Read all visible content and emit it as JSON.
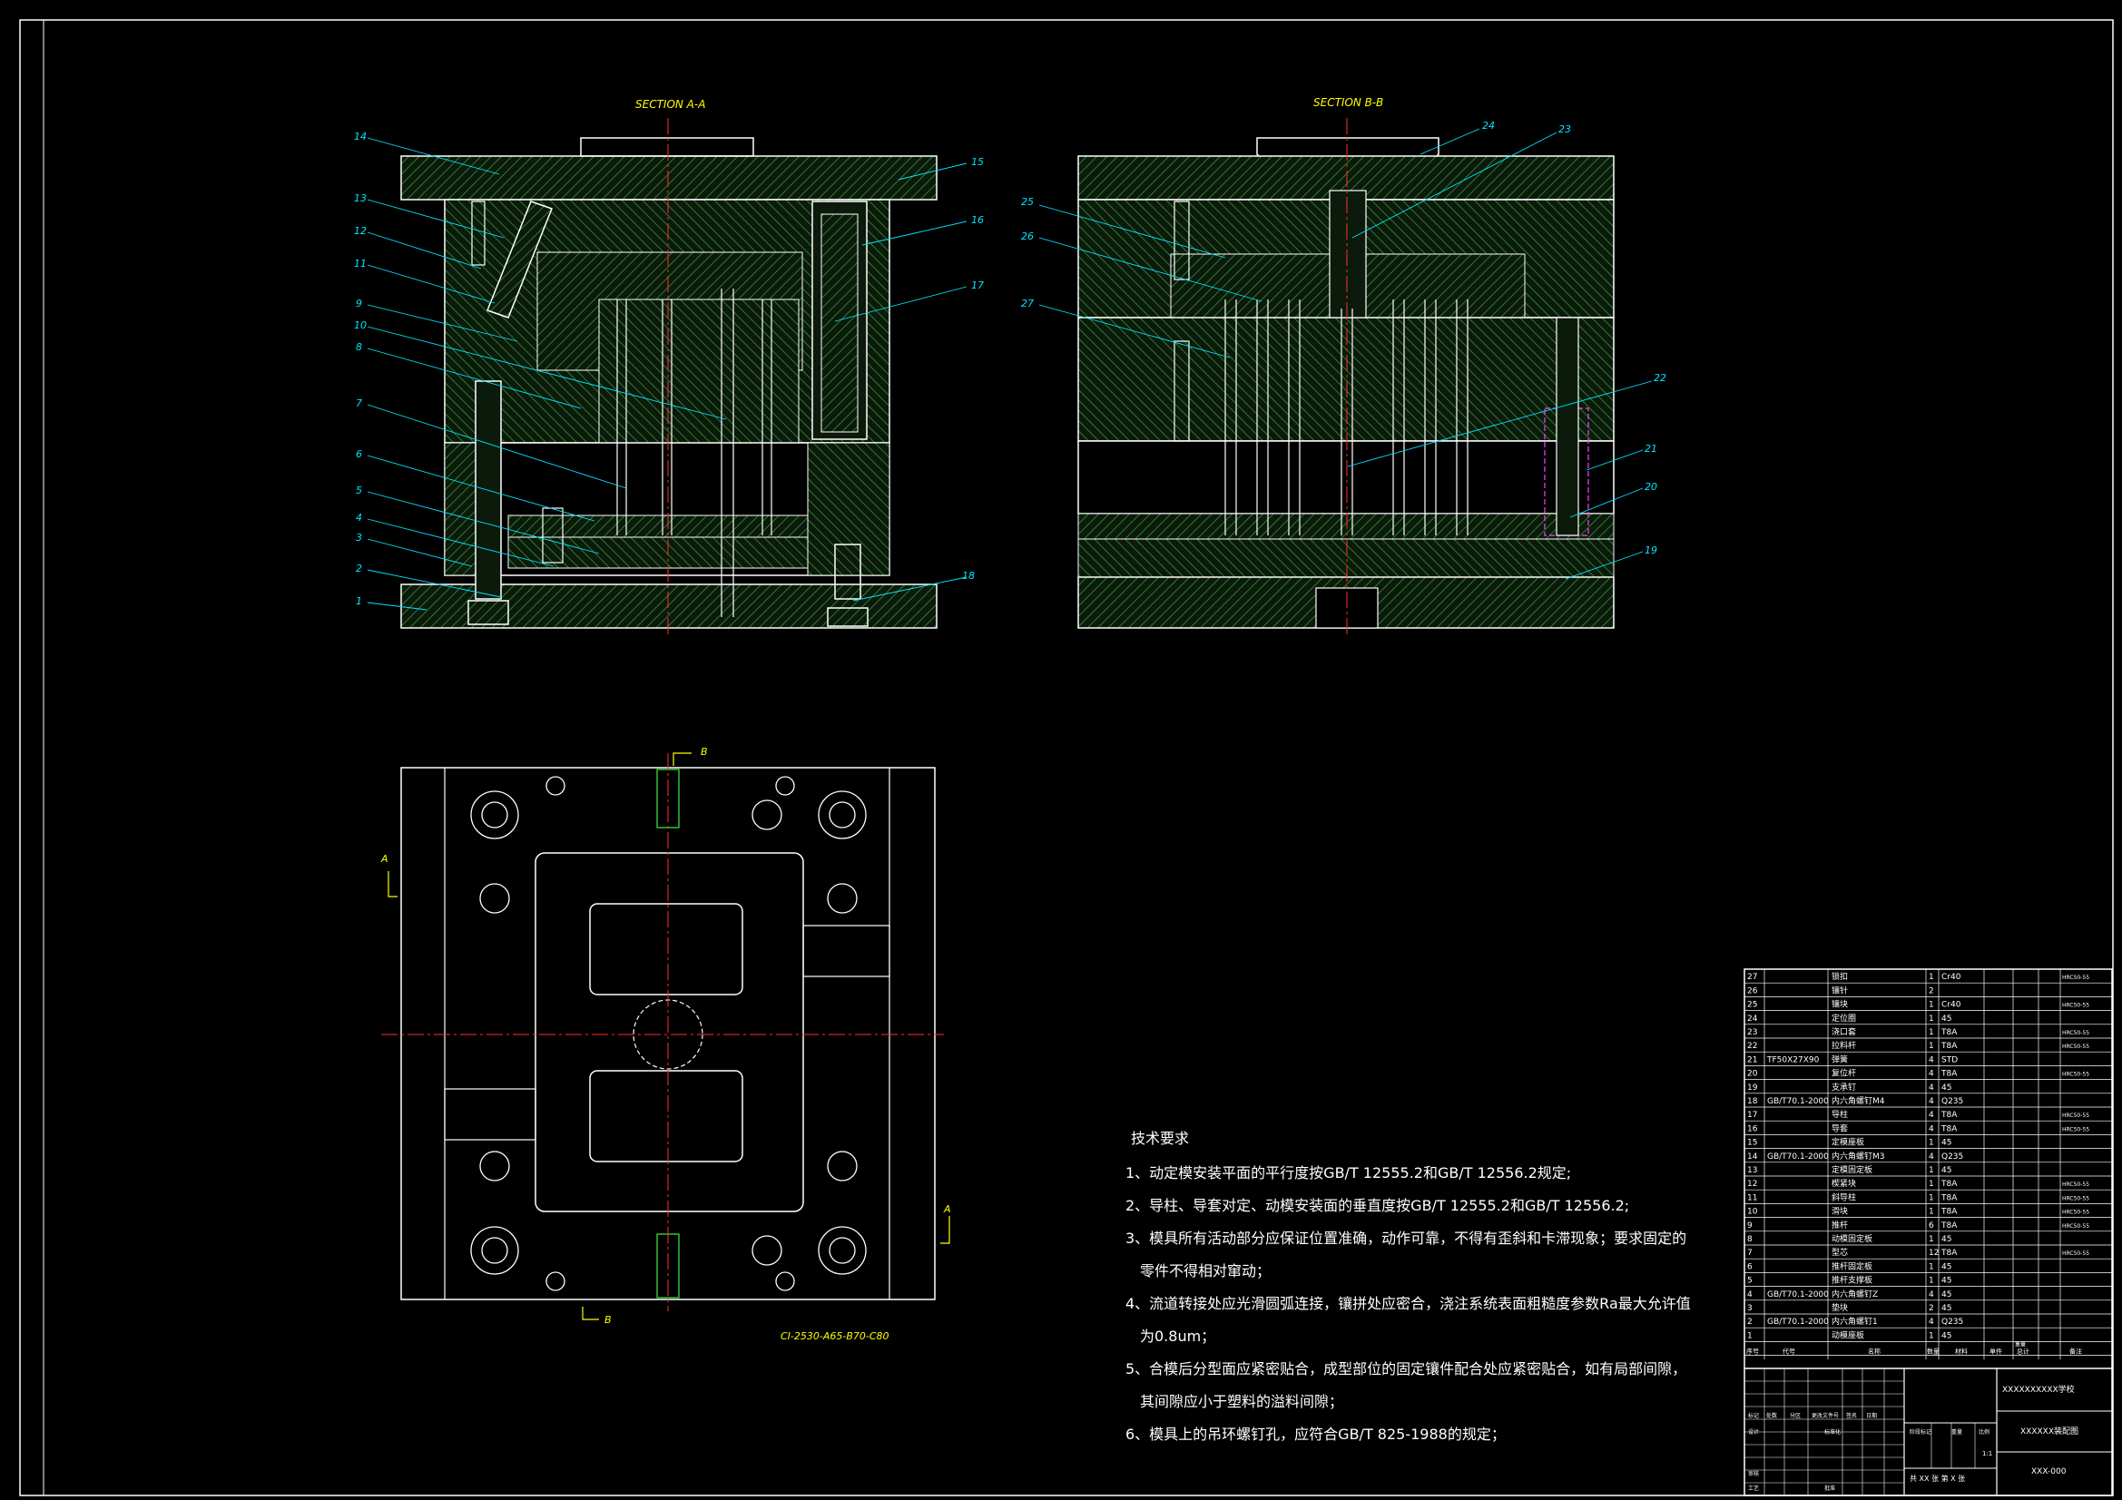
{
  "sections": {
    "aa": "SECTION A-A",
    "bb": "SECTION B-B"
  },
  "balloons_aa": [
    "14",
    "13",
    "12",
    "11",
    "9",
    "10",
    "8",
    "7",
    "6",
    "5",
    "4",
    "3",
    "2",
    "1",
    "15",
    "16",
    "17",
    "18"
  ],
  "balloons_bb": [
    "24",
    "23",
    "25",
    "26",
    "27",
    "22",
    "21",
    "20",
    "19"
  ],
  "plan": {
    "mark_a": "A",
    "mark_b": "B",
    "mold_base": "CI-2530-A65-B70-C80"
  },
  "notes": {
    "title": "技术要求",
    "lines": [
      "1、动定模安装平面的平行度按GB/T 12555.2和GB/T 12556.2规定;",
      "2、导柱、导套对定、动模安装面的垂直度按GB/T 12555.2和GB/T 12556.2;",
      "3、模具所有活动部分应保证位置准确，动作可靠，不得有歪斜和卡滞现象；要求固定的",
      "零件不得相对窜动；",
      "4、流道转接处应光滑圆弧连接，镶拼处应密合，浇注系统表面粗糙度参数Ra最大允许值",
      "为0.8um；",
      "5、合模后分型面应紧密贴合，成型部位的固定镶件配合处应紧密贴合，如有局部间隙，",
      "其间隙应小于塑料的溢料间隙；",
      "6、模具上的吊环螺钉孔，应符合GB/T 825-1988的规定；"
    ]
  },
  "bom": {
    "rows": [
      {
        "no": "27",
        "code": "",
        "name": "锁扣",
        "qty": "1",
        "mat": "Cr40",
        "note": "HRC50-55"
      },
      {
        "no": "26",
        "code": "",
        "name": "镶针",
        "qty": "2",
        "mat": "",
        "note": ""
      },
      {
        "no": "25",
        "code": "",
        "name": "镶块",
        "qty": "1",
        "mat": "Cr40",
        "note": "HRC50-55"
      },
      {
        "no": "24",
        "code": "",
        "name": "定位圈",
        "qty": "1",
        "mat": "45",
        "note": ""
      },
      {
        "no": "23",
        "code": "",
        "name": "浇口套",
        "qty": "1",
        "mat": "T8A",
        "note": "HRC50-55"
      },
      {
        "no": "22",
        "code": "",
        "name": "拉料杆",
        "qty": "1",
        "mat": "T8A",
        "note": "HRC50-55"
      },
      {
        "no": "21",
        "code": "TF50X27X90",
        "name": "弹簧",
        "qty": "4",
        "mat": "STD",
        "note": ""
      },
      {
        "no": "20",
        "code": "",
        "name": "复位杆",
        "qty": "4",
        "mat": "T8A",
        "note": "HRC50-55"
      },
      {
        "no": "19",
        "code": "",
        "name": "支承钉",
        "qty": "4",
        "mat": "45",
        "note": ""
      },
      {
        "no": "18",
        "code": "GB/T70.1-2000",
        "name": "内六角螺钉M4",
        "qty": "4",
        "mat": "Q235",
        "note": ""
      },
      {
        "no": "17",
        "code": "",
        "name": "导柱",
        "qty": "4",
        "mat": "T8A",
        "note": "HRC50-55"
      },
      {
        "no": "16",
        "code": "",
        "name": "导套",
        "qty": "4",
        "mat": "T8A",
        "note": "HRC50-55"
      },
      {
        "no": "15",
        "code": "",
        "name": "定模座板",
        "qty": "1",
        "mat": "45",
        "note": ""
      },
      {
        "no": "14",
        "code": "GB/T70.1-2000",
        "name": "内六角螺钉M3",
        "qty": "4",
        "mat": "Q235",
        "note": ""
      },
      {
        "no": "13",
        "code": "",
        "name": "定模固定板",
        "qty": "1",
        "mat": "45",
        "note": ""
      },
      {
        "no": "12",
        "code": "",
        "name": "楔紧块",
        "qty": "1",
        "mat": "T8A",
        "note": "HRC50-55"
      },
      {
        "no": "11",
        "code": "",
        "name": "斜导柱",
        "qty": "1",
        "mat": "T8A",
        "note": "HRC50-55"
      },
      {
        "no": "10",
        "code": "",
        "name": "滑块",
        "qty": "1",
        "mat": "T8A",
        "note": "HRC50-55"
      },
      {
        "no": "9",
        "code": "",
        "name": "推杆",
        "qty": "6",
        "mat": "T8A",
        "note": "HRC50-55"
      },
      {
        "no": "8",
        "code": "",
        "name": "动模固定板",
        "qty": "1",
        "mat": "45",
        "note": ""
      },
      {
        "no": "7",
        "code": "",
        "name": "型芯",
        "qty": "12",
        "mat": "T8A",
        "note": "HRC50-55"
      },
      {
        "no": "6",
        "code": "",
        "name": "推杆固定板",
        "qty": "1",
        "mat": "45",
        "note": ""
      },
      {
        "no": "5",
        "code": "",
        "name": "推杆支撑板",
        "qty": "1",
        "mat": "45",
        "note": ""
      },
      {
        "no": "4",
        "code": "GB/T70.1-2000",
        "name": "内六角螺钉Z",
        "qty": "4",
        "mat": "45",
        "note": ""
      },
      {
        "no": "3",
        "code": "",
        "name": "垫块",
        "qty": "2",
        "mat": "45",
        "note": ""
      },
      {
        "no": "2",
        "code": "GB/T70.1-2000",
        "name": "内六角螺钉1",
        "qty": "4",
        "mat": "Q235",
        "note": ""
      },
      {
        "no": "1",
        "code": "",
        "name": "动模座板",
        "qty": "1",
        "mat": "45",
        "note": ""
      }
    ],
    "headers": [
      "序号",
      "代号",
      "名称",
      "数量",
      "材料",
      "单件",
      "总计",
      "备注"
    ],
    "weight_label": "重量"
  },
  "title_block": {
    "school": "XXXXXXXXXX学校",
    "drawing_name": "XXXXXX装配图",
    "drawing_no": "XXX-000",
    "scale": "1:1",
    "sheets": "共 XX 张  第 X 张",
    "labels": [
      "标记",
      "处数",
      "分区",
      "更改文件号",
      "签名",
      "日期",
      "设计",
      "标准化",
      "阶段标记",
      "重量",
      "比例",
      "审核",
      "工艺",
      "批准"
    ]
  }
}
